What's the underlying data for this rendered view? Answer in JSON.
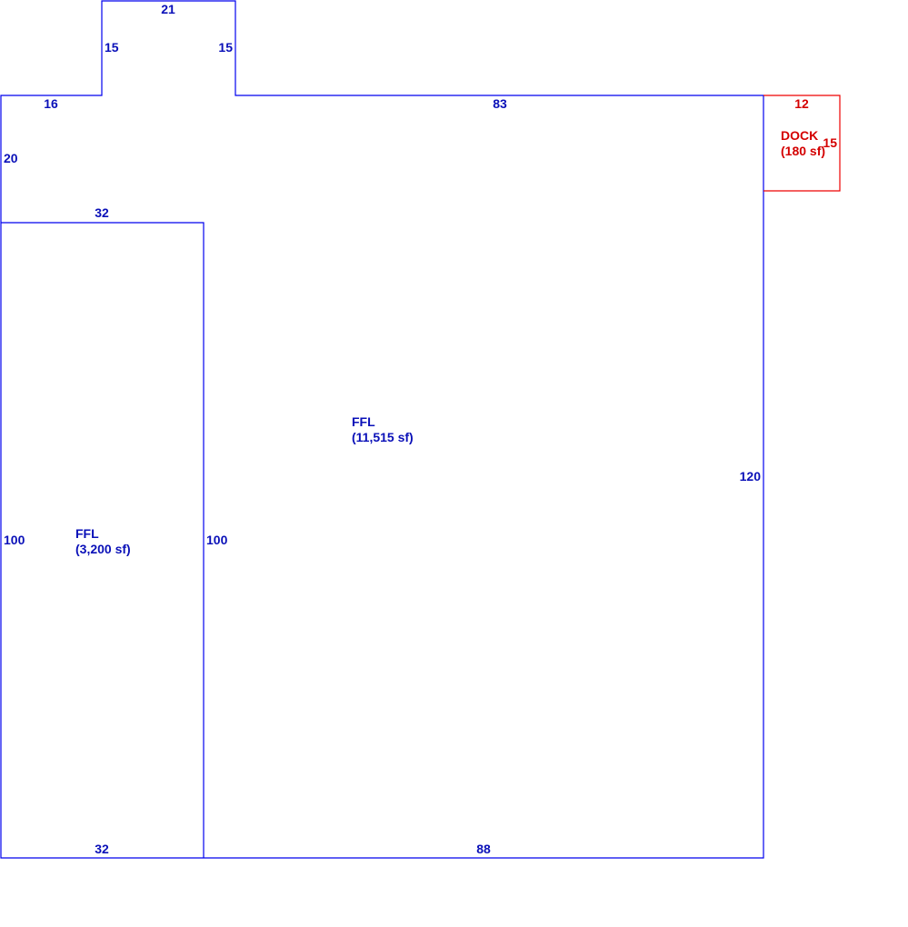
{
  "colors": {
    "main_outline": "#0000ee",
    "main_text": "#0a10b8",
    "dock_outline": "#ee0000",
    "dock_text": "#d40000"
  },
  "main_building": {
    "dimensions": {
      "bump_top": "21",
      "bump_left": "15",
      "bump_right": "15",
      "top_left_run": "16",
      "top_right_run": "83",
      "left_upper": "20",
      "right_side": "120",
      "bottom_right": "88"
    },
    "area": {
      "name": "FFL",
      "size": "(11,515 sf)"
    }
  },
  "left_section": {
    "dimensions": {
      "top": "32",
      "left": "100",
      "right": "100",
      "bottom": "32"
    },
    "area": {
      "name": "FFL",
      "size": "(3,200 sf)"
    }
  },
  "dock": {
    "dimensions": {
      "top": "12",
      "right": "15"
    },
    "area": {
      "name": "DOCK",
      "size": "(180 sf)"
    }
  }
}
